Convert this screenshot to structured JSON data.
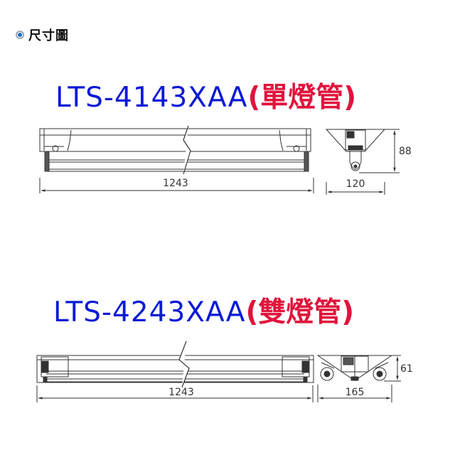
{
  "heading": {
    "label": "尺寸圖",
    "icon": "radio-bullet-icon"
  },
  "colors": {
    "model": "#0a1ad6",
    "type": "#e0143c",
    "bullet": "#1a6fc6",
    "line": "#333333"
  },
  "products": [
    {
      "model": "LTS-4143XAA",
      "type": "(單燈管)",
      "dimensions": {
        "length": "1243",
        "width": "120",
        "height": "88"
      }
    },
    {
      "model": "LTS-4243XAA",
      "type": "(雙燈管)",
      "dimensions": {
        "length": "1243",
        "width": "165",
        "height": "61"
      }
    }
  ]
}
